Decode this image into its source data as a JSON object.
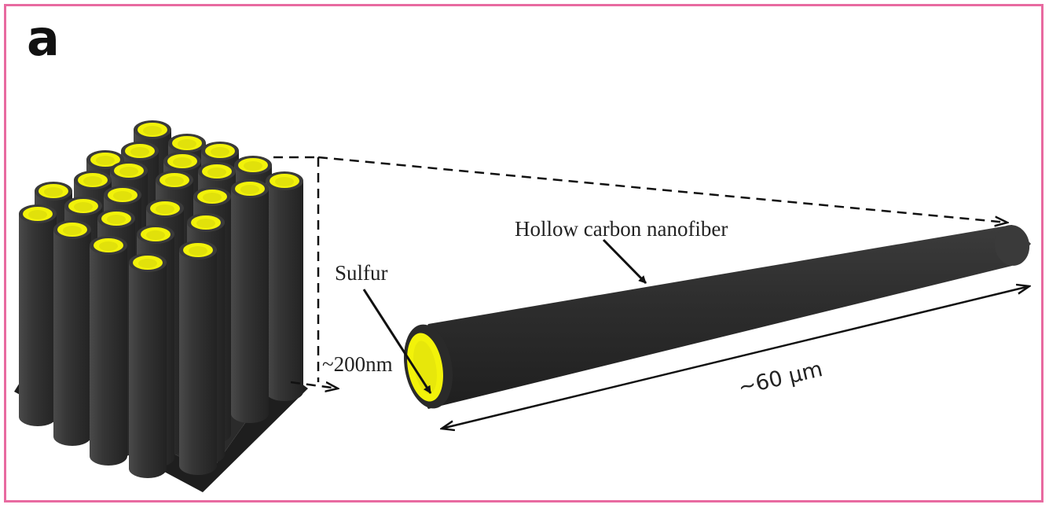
{
  "panel": {
    "letter": "a"
  },
  "labels": {
    "hollow_fiber": "Hollow carbon nanofiber",
    "sulfur": "Sulfur",
    "diameter": "~200nm",
    "length": "~60 μm"
  },
  "colors": {
    "frame": "#e86aa0",
    "fiber": "#2f2f2f",
    "sulfur": "#f2f20a",
    "substrate": "#2a2a2a"
  }
}
